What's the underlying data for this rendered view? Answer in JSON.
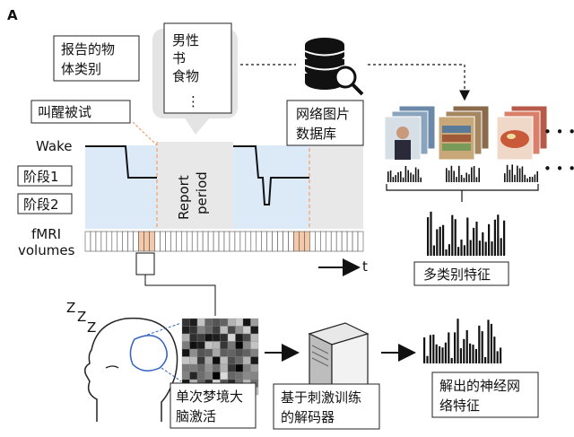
{
  "panel_letter": "A",
  "labels": {
    "report_object": [
      "报告的物",
      "体类别"
    ],
    "wake_up": "叫醒被试",
    "wake": "Wake",
    "stage1": "阶段1",
    "stage2": "阶段2",
    "fmri": [
      "fMRI",
      "volumes"
    ],
    "report_items": [
      "男性",
      "书",
      "食物",
      "⋮"
    ],
    "report_period": [
      "Report",
      "period"
    ],
    "time_axis": "t",
    "database": [
      "网络图片",
      "数据库"
    ],
    "multi_feature": "多类别特征",
    "brain_activation": [
      "单次梦境大",
      "脑激活"
    ],
    "decoder": [
      "基于刺激训练",
      "的解码器"
    ],
    "decoded": [
      "解出的神经网",
      "络特征"
    ],
    "zzz": [
      "Z",
      "Z",
      "Z"
    ],
    "dots": "• • •"
  },
  "colors": {
    "sleep_fill": "#dce9f7",
    "report_fill": "#e8e8e8",
    "dashed_accent": "#f0a070",
    "fmri_highlight": "#f5c8a8",
    "brain_line": "#3060c0"
  },
  "icons": [
    "database-icon",
    "magnifier-icon",
    "server-icon",
    "head-icon",
    "voxel-grid-icon",
    "photo-person-icon",
    "photo-books-icon",
    "photo-food-icon"
  ]
}
